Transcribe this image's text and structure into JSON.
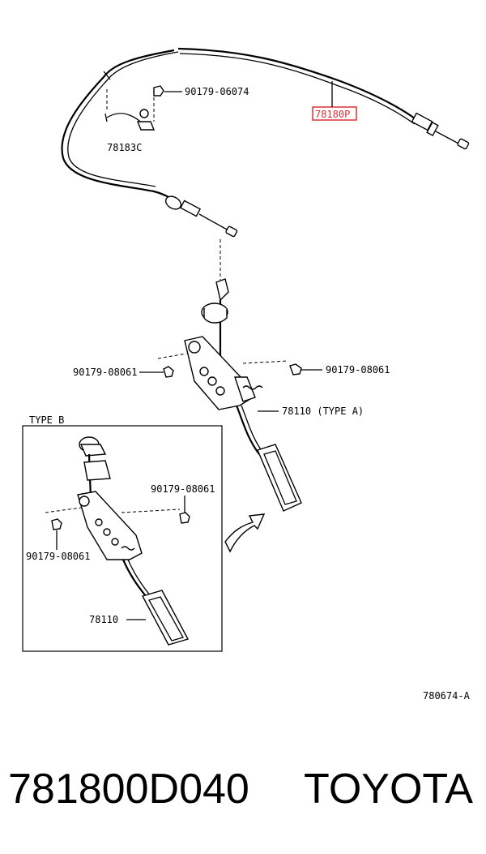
{
  "labels": {
    "nut_top": "90179-06074",
    "cable": "78180P",
    "clamp": "78183C",
    "nut_left_a": "90179-08061",
    "nut_right_a": "90179-08061",
    "pedal_a": "78110 (TYPE A)",
    "type_b_title": "TYPE B",
    "nut_b_upper": "90179-08061",
    "nut_b_lower": "90179-08061",
    "pedal_b": "78110",
    "diagram_code": "780674-A"
  },
  "footer": {
    "part_number": "781800D040",
    "brand": "TOYOTA"
  },
  "colors": {
    "highlight": "#e0303a",
    "ink": "#000000"
  }
}
